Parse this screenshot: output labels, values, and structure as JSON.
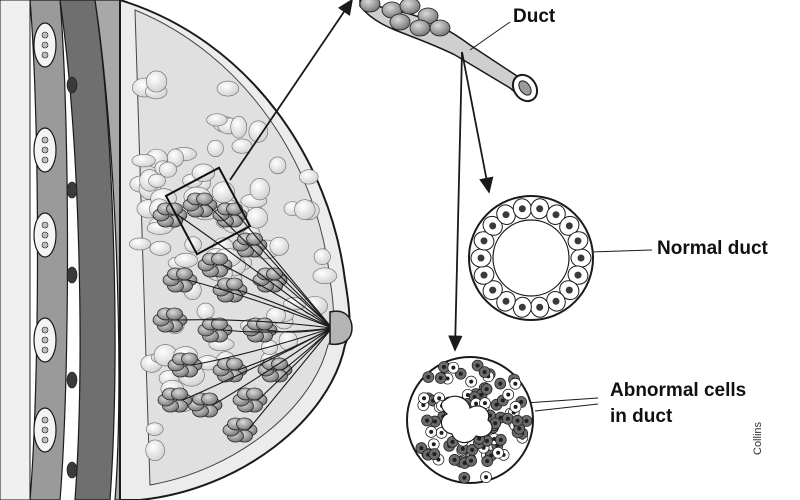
{
  "labels": {
    "duct": "Duct",
    "normal_duct": "Normal duct",
    "abnormal_line1": "Abnormal cells",
    "abnormal_line2": "in duct",
    "credit": "Collins"
  },
  "colors": {
    "line": "#1a1a1a",
    "tissue_light": "#e6e6e6",
    "tissue_mid": "#bdbdbd",
    "tissue_dark": "#8c8c8c",
    "muscle": "#7a7a7a",
    "cell_fill": "#ffffff",
    "nucleus": "#3a3a3a",
    "abnormal_cell": "#6b6b6b"
  },
  "icons": {
    "arrow": "arrow-icon",
    "zoom_box": "zoom-box-icon"
  }
}
